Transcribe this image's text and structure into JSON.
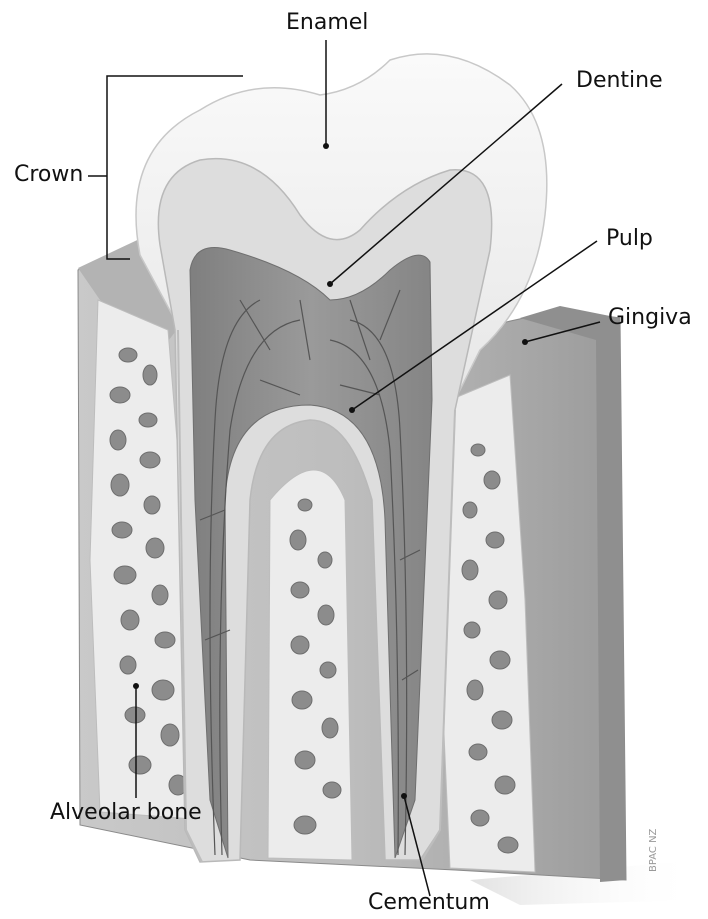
{
  "labels": {
    "enamel": "Enamel",
    "dentine": "Dentine",
    "pulp": "Pulp",
    "gingiva": "Gingiva",
    "crown": "Crown",
    "alveolar_bone": "Alveolar bone",
    "cementum": "Cementum"
  },
  "credit": "BPAC NZ",
  "colors": {
    "enamel": "#f4f4f4",
    "dentine": "#dcdcdc",
    "pulp": "#8e8e8e",
    "gingiva": "#a9a9a9",
    "bone": "#e9e9e9",
    "ink": "#111111"
  }
}
